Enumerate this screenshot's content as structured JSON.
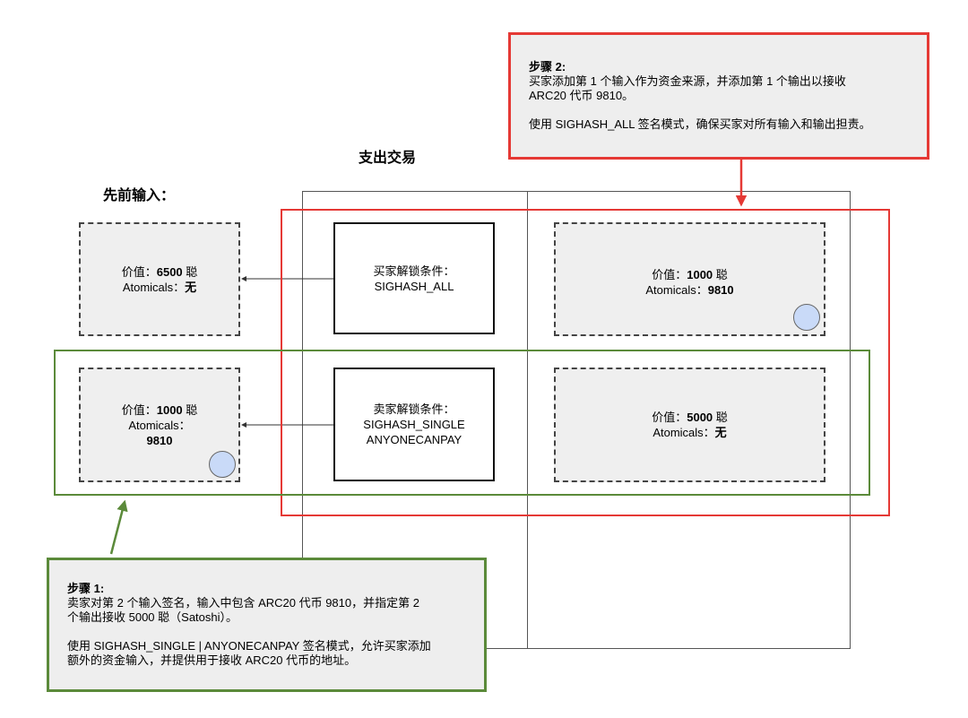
{
  "header": {
    "spend_tx_title": "支出交易",
    "prev_inputs_title": "先前输入："
  },
  "prev_inputs": [
    {
      "value_label": "价值：",
      "value": "6500",
      "unit": " 聪",
      "atomicals_label": "Atomicals：",
      "atomicals": "无"
    },
    {
      "value_label": "价值：",
      "value": "1000",
      "unit": " 聪",
      "atomicals_label": "Atomicals：",
      "atomicals": "9810"
    }
  ],
  "unlock_conditions": [
    {
      "label": "买家解锁条件：",
      "mode": "SIGHASH_ALL",
      "mode2": ""
    },
    {
      "label": "卖家解锁条件：",
      "mode": "SIGHASH_SINGLE",
      "mode2": "ANYONECANPAY"
    }
  ],
  "outputs": [
    {
      "value_label": "价值：",
      "value": "1000",
      "unit": " 聪",
      "atomicals_label": "Atomicals：",
      "atomicals": "9810"
    },
    {
      "value_label": "价值：",
      "value": "5000",
      "unit": " 聪",
      "atomicals_label": "Atomicals：",
      "atomicals": "无"
    }
  ],
  "step2": {
    "title": "步骤 2:",
    "line1": "买家添加第 1 个输入作为资金来源，并添加第 1 个输出以接收",
    "line2": "ARC20 代币 9810。",
    "line3": "使用 SIGHASH_ALL 签名模式，确保买家对所有输入和输出担责。"
  },
  "step1": {
    "title": "步骤 1:",
    "line1": "卖家对第 2 个输入签名，输入中包含 ARC20 代币 9810，并指定第 2",
    "line2": "个输出接收 5000 聪（Satoshi）。",
    "line3": "使用 SIGHASH_SINGLE | ANYONECANPAY 签名模式，允许买家添加",
    "line4": "额外的资金输入，并提供用于接收 ARC20 代币的地址。"
  },
  "colors": {
    "red": "#e53935",
    "green": "#5b8a3a",
    "coin": "#c9daf8",
    "box_fill": "#efefef"
  }
}
